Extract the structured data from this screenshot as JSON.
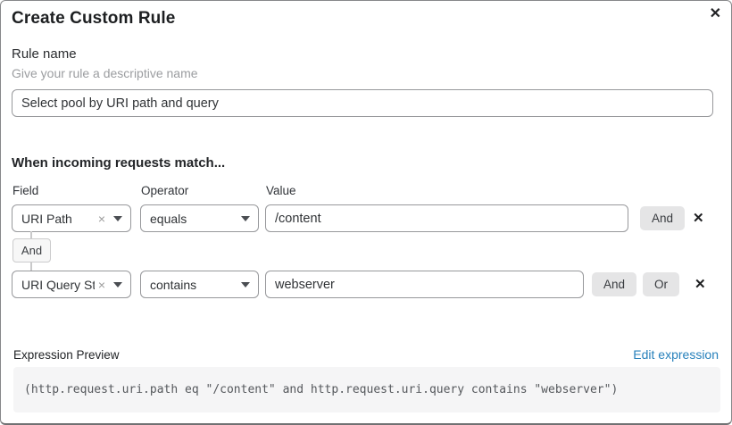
{
  "dialog": {
    "title": "Create Custom Rule"
  },
  "icons": {
    "close": "✕",
    "clear": "×"
  },
  "rule_name": {
    "label": "Rule name",
    "hint": "Give your rule a descriptive name",
    "value": "Select pool by URI path and query"
  },
  "match": {
    "heading": "When incoming requests match...",
    "columns": {
      "field": "Field",
      "operator": "Operator",
      "value": "Value"
    },
    "rows": [
      {
        "field": "URI Path",
        "operator": "equals",
        "value": "/content"
      },
      {
        "field": "URI Query St...",
        "operator": "contains",
        "value": "webserver"
      }
    ],
    "joiner": "And",
    "buttons": {
      "and": "And",
      "or": "Or"
    }
  },
  "expression": {
    "label": "Expression Preview",
    "edit_link": "Edit expression",
    "code": "(http.request.uri.path eq \"/content\" and http.request.uri.query contains \"webserver\")"
  },
  "colors": {
    "link_blue": "#2680bb",
    "button_gray": "#e5e5e6",
    "code_background": "#f5f5f6",
    "border_gray": "#97989b"
  }
}
